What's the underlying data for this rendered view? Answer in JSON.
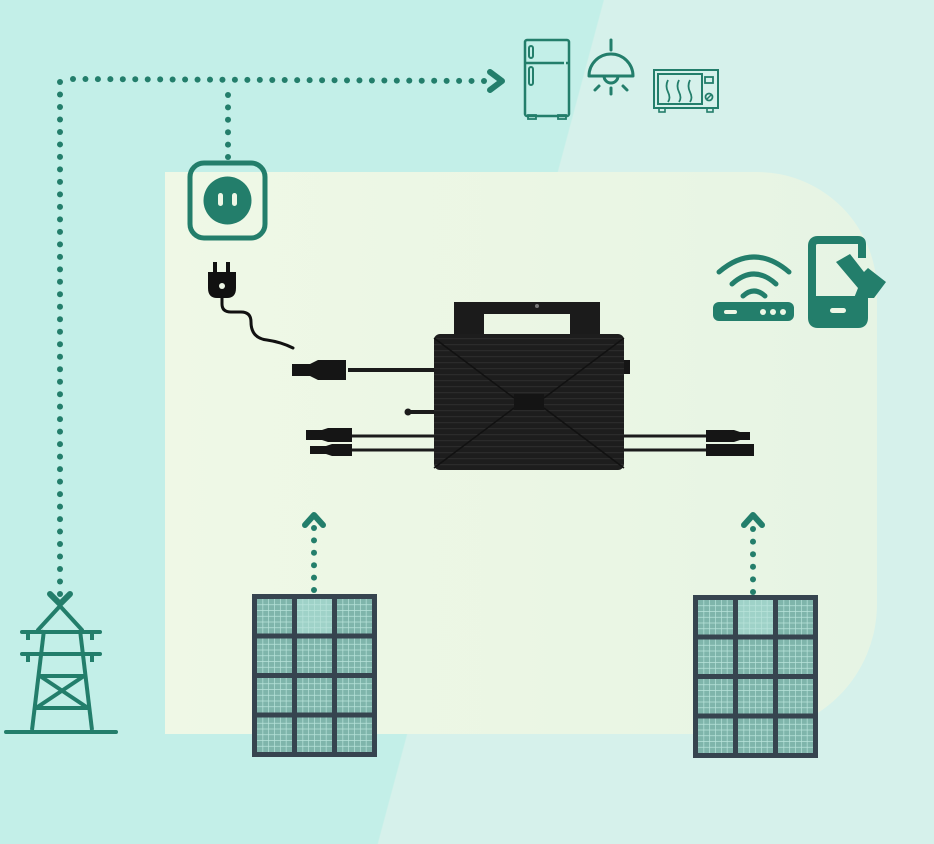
{
  "diagram": {
    "title": "",
    "colors": {
      "background": "#c3efe8",
      "background_diagonal": "#d6f1eb",
      "inner_panel": "#eef7e6",
      "accent": "#237e6b",
      "device": "#1c1c1c",
      "panel_frame": "#36444f",
      "panel_cell": "#7fb5ab",
      "panel_cell_highlight": "#9fd2c8"
    },
    "nodes": [
      {
        "id": "grid",
        "icon": "power-tower-icon",
        "label": ""
      },
      {
        "id": "socket",
        "icon": "wall-socket-icon",
        "label": ""
      },
      {
        "id": "plug",
        "icon": "power-plug-icon",
        "label": ""
      },
      {
        "id": "appliances",
        "icons": [
          "refrigerator-icon",
          "ceiling-lamp-icon",
          "microwave-icon"
        ],
        "label": ""
      },
      {
        "id": "router",
        "icon": "wifi-router-icon",
        "label": ""
      },
      {
        "id": "phone",
        "icon": "smartphone-app-icon",
        "label": ""
      },
      {
        "id": "inverter",
        "icon": "microinverter-image",
        "label": ""
      },
      {
        "id": "solar-panel-left",
        "icon": "solar-panel-icon",
        "label": "",
        "grid": {
          "cols": 3,
          "rows": 4
        }
      },
      {
        "id": "solar-panel-right",
        "icon": "solar-panel-icon",
        "label": "",
        "grid": {
          "cols": 3,
          "rows": 4
        }
      }
    ],
    "connections": [
      {
        "from": "grid",
        "to": "appliances",
        "style": "dotted",
        "arrow": "right"
      },
      {
        "from": "socket",
        "to": "appliances",
        "style": "dotted",
        "arrow": "none"
      },
      {
        "from": "solar-panel-left",
        "to": "inverter",
        "style": "dotted",
        "arrow": "up"
      },
      {
        "from": "solar-panel-right",
        "to": "inverter",
        "style": "dotted",
        "arrow": "up"
      }
    ]
  }
}
